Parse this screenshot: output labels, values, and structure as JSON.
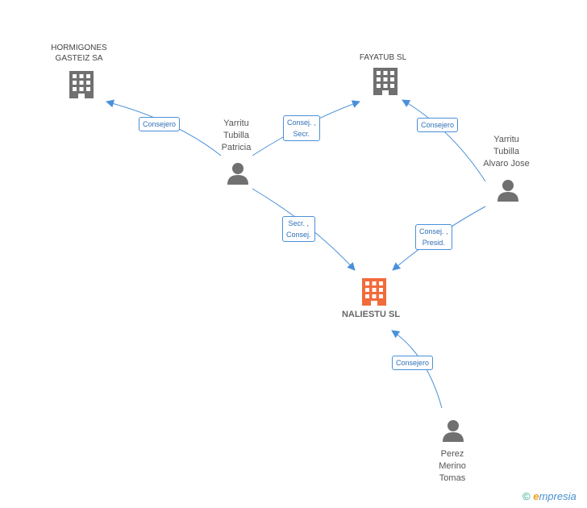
{
  "companies": {
    "hormigones": "HORMIGONES\nGASTEIZ SA",
    "fayatub": "FAYATUB SL",
    "naliestu": "NALIESTU SL"
  },
  "persons": {
    "patricia": "Yarritu\nTubilla\nPatricia",
    "alvaro": "Yarritu\nTubilla\nAlvaro Jose",
    "tomas": "Perez\nMerino\nTomas"
  },
  "edges": {
    "patricia_hormigones": "Consejero",
    "patricia_fayatub": "Consej. ,\nSecr.",
    "alvaro_fayatub": "Consejero",
    "patricia_naliestu": "Secr. ,\nConsej.",
    "alvaro_naliestu": "Consej. ,\nPresid.",
    "tomas_naliestu": "Consejero"
  },
  "colors": {
    "edge": "#4a90d9",
    "company": "#707070",
    "focus_company": "#f26b3a",
    "person": "#707070"
  },
  "branding": {
    "copyright_symbol": "©",
    "name_initial": "e",
    "name_rest": "mpresia"
  }
}
